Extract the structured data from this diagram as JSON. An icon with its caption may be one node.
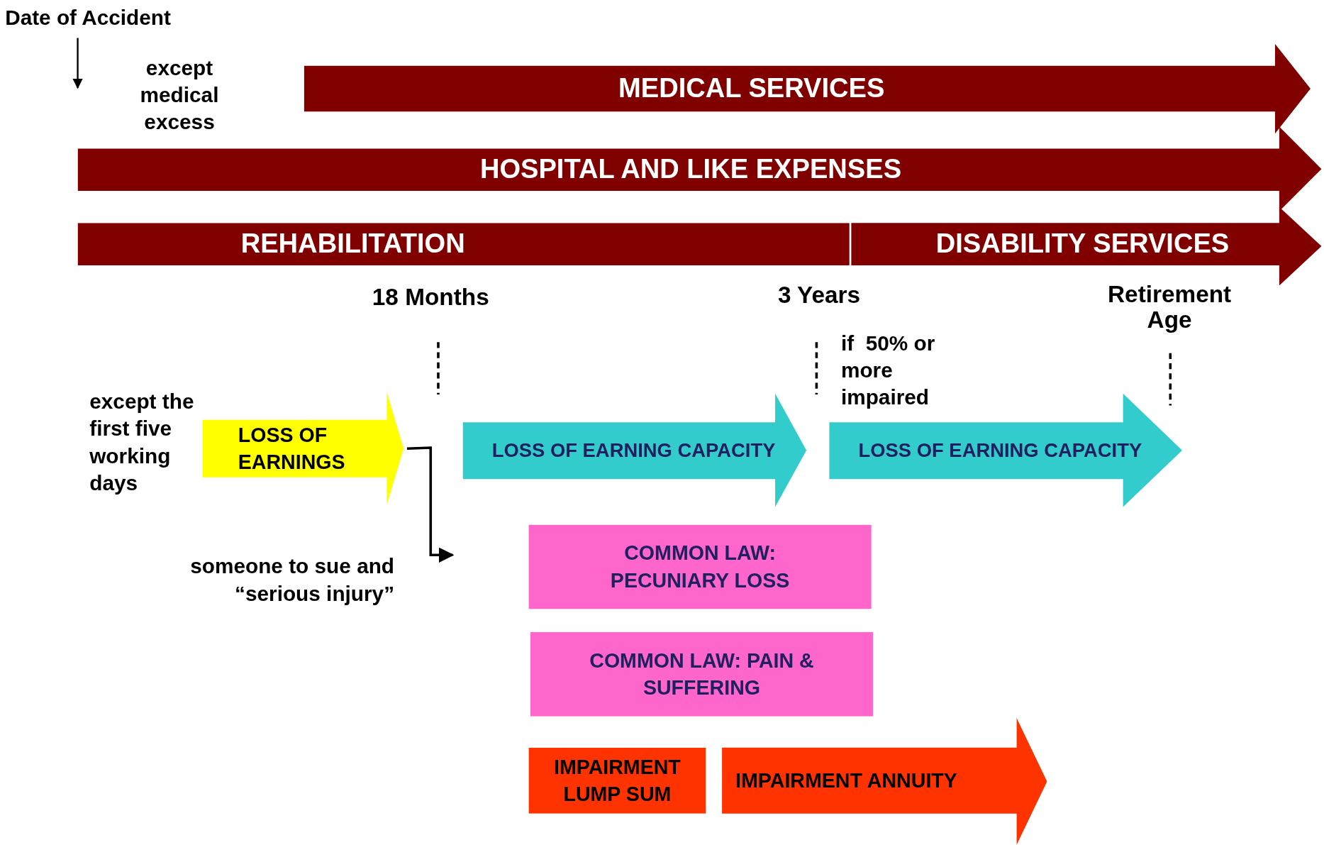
{
  "diagram": {
    "nodes": [
      {
        "text": [
          "Date of Accident"
        ]
      },
      {
        "text": [
          "MEDICAL SERVICES"
        ]
      },
      {
        "text": [
          "HOSPITAL AND LIKE EXPENSES"
        ]
      },
      {
        "text": [
          "REHABILITATION"
        ]
      },
      {
        "text": [
          "DISABILITY SERVICES"
        ]
      },
      {
        "text": [
          "LOSS OF EARNINGS"
        ],
        "beside": [
          "except the first five working days"
        ]
      },
      {
        "text": [
          "LOSS OF EARNING CAPACITY"
        ]
      },
      {
        "text": [
          "LOSS OF EARNING CAPACITY"
        ]
      },
      {
        "text": [
          "COMMON LAW: PECUNIARY LOSS"
        ]
      },
      {
        "text": [
          "COMMON LAW: PAIN & SUFFERING"
        ]
      },
      {
        "text": [
          "IMPAIRMENT LUMP SUM"
        ]
      },
      {
        "text": [
          "IMPAIRMENT ANNUITY"
        ]
      }
    ],
    "edges": [
      {
        "from": 0,
        "to": null,
        "arrow": "to"
      },
      {
        "from": 5,
        "to": null,
        "arrow": "to",
        "label": "someone to sue and “serious injury”"
      }
    ],
    "labels": [
      "except medical excess",
      "18 Months",
      "3 Years",
      "Retirement Age",
      "if  50% or more impaired"
    ]
  }
}
